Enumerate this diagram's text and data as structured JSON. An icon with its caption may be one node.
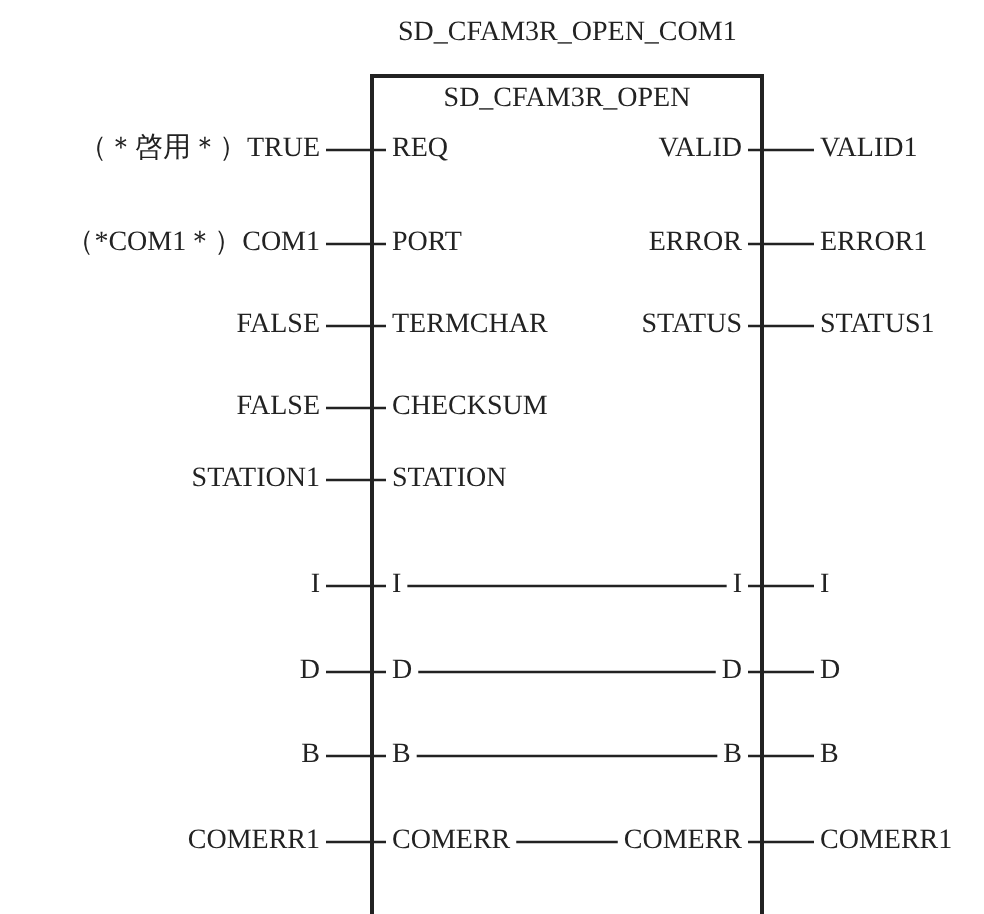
{
  "diagram": {
    "nodes": [
      {
        "text": [
          "SD_CFAM3R_OPEN"
        ],
        "beside": [
          "SD_CFAM3R_OPEN_COM1"
        ]
      },
      {
        "text": [
          "REQ"
        ],
        "in": 0
      },
      {
        "text": [
          "VALID"
        ],
        "in": 0
      },
      {
        "text": [
          "PORT"
        ],
        "in": 0
      },
      {
        "text": [
          "ERROR"
        ],
        "in": 0
      },
      {
        "text": [
          "TERMCHAR"
        ],
        "in": 0
      },
      {
        "text": [
          "STATUS"
        ],
        "in": 0
      },
      {
        "text": [
          "CHECKSUM"
        ],
        "in": 0
      },
      {
        "text": [
          "STATION"
        ],
        "in": 0
      },
      {
        "text": [
          "I"
        ],
        "in": 0
      },
      {
        "text": [
          "I"
        ],
        "in": 0
      },
      {
        "text": [
          "D"
        ],
        "in": 0
      },
      {
        "text": [
          "D"
        ],
        "in": 0
      },
      {
        "text": [
          "B"
        ],
        "in": 0
      },
      {
        "text": [
          "B"
        ],
        "in": 0
      },
      {
        "text": [
          "COMERR"
        ],
        "in": 0
      },
      {
        "text": [
          "COMERR"
        ],
        "in": 0
      },
      {
        "text": [
          "（＊啓用＊）TRUE"
        ]
      },
      {
        "text": [
          "VALID1"
        ]
      },
      {
        "text": [
          "（*COM1＊）COM1"
        ]
      },
      {
        "text": [
          "ERROR1"
        ]
      },
      {
        "text": [
          "FALSE"
        ]
      },
      {
        "text": [
          "STATUS1"
        ]
      },
      {
        "text": [
          "FALSE"
        ]
      },
      {
        "text": [
          "STATION1"
        ]
      },
      {
        "text": [
          "I"
        ]
      },
      {
        "text": [
          "I"
        ]
      },
      {
        "text": [
          "D"
        ]
      },
      {
        "text": [
          "D"
        ]
      },
      {
        "text": [
          "B"
        ]
      },
      {
        "text": [
          "B"
        ]
      },
      {
        "text": [
          "COMERR1"
        ]
      },
      {
        "text": [
          "COMERR1"
        ]
      }
    ],
    "edges": [
      {
        "from": 17,
        "to": 1,
        "arrow": "none"
      },
      {
        "from": 2,
        "to": 18,
        "arrow": "none"
      },
      {
        "from": 19,
        "to": 3,
        "arrow": "none"
      },
      {
        "from": 4,
        "to": 20,
        "arrow": "none"
      },
      {
        "from": 21,
        "to": 5,
        "arrow": "none"
      },
      {
        "from": 6,
        "to": 22,
        "arrow": "none"
      },
      {
        "from": 23,
        "to": 7,
        "arrow": "none"
      },
      {
        "from": 24,
        "to": 8,
        "arrow": "none"
      },
      {
        "from": 25,
        "to": 9,
        "arrow": "none"
      },
      {
        "from": 9,
        "to": 10,
        "arrow": "none"
      },
      {
        "from": 10,
        "to": 26,
        "arrow": "none"
      },
      {
        "from": 27,
        "to": 11,
        "arrow": "none"
      },
      {
        "from": 11,
        "to": 12,
        "arrow": "none"
      },
      {
        "from": 12,
        "to": 28,
        "arrow": "none"
      },
      {
        "from": 29,
        "to": 13,
        "arrow": "none"
      },
      {
        "from": 13,
        "to": 14,
        "arrow": "none"
      },
      {
        "from": 14,
        "to": 30,
        "arrow": "none"
      },
      {
        "from": 31,
        "to": 15,
        "arrow": "none"
      },
      {
        "from": 15,
        "to": 16,
        "arrow": "none"
      },
      {
        "from": 16,
        "to": 32,
        "arrow": "none"
      }
    ]
  }
}
